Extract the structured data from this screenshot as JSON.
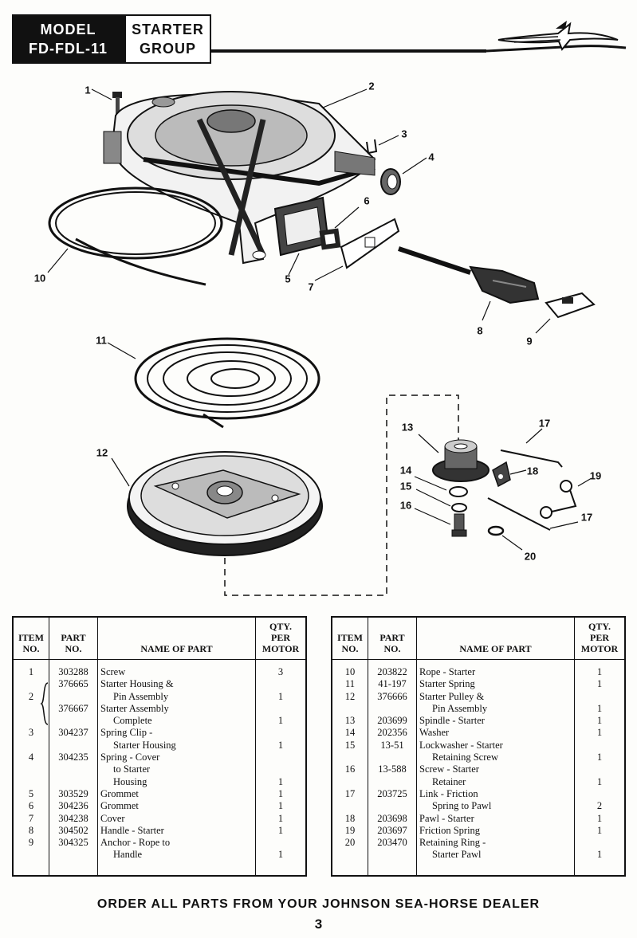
{
  "header": {
    "model_line1": "MODEL",
    "model_line2": "FD-FDL-11",
    "group_line1": "STARTER",
    "group_line2": "GROUP"
  },
  "callouts": [
    "1",
    "2",
    "3",
    "4",
    "5",
    "6",
    "7",
    "8",
    "9",
    "10",
    "11",
    "12",
    "13",
    "14",
    "15",
    "16",
    "17",
    "18",
    "19",
    "17",
    "20"
  ],
  "table_headers": {
    "item": [
      "ITEM",
      "NO."
    ],
    "part": [
      "PART",
      "NO."
    ],
    "name": "NAME OF PART",
    "qty": [
      "QTY.",
      "PER",
      "MOTOR"
    ]
  },
  "left_table": [
    {
      "item": "1",
      "part": [
        "303288"
      ],
      "name": [
        "Screw"
      ],
      "qty": [
        "3"
      ]
    },
    {
      "item": "2",
      "part": [
        "376665",
        "",
        "376667"
      ],
      "name": [
        "Starter Housing &",
        "Pin Assembly",
        "Starter Assembly",
        "Complete"
      ],
      "qty": [
        "",
        "1",
        "",
        "1"
      ]
    },
    {
      "item": "3",
      "part": [
        "304237"
      ],
      "name": [
        "Spring Clip -",
        "Starter Housing"
      ],
      "qty": [
        "",
        "1"
      ]
    },
    {
      "item": "4",
      "part": [
        "304235"
      ],
      "name": [
        "Spring - Cover",
        "to Starter",
        "Housing"
      ],
      "qty": [
        "",
        "",
        "1"
      ]
    },
    {
      "item": "5",
      "part": [
        "303529"
      ],
      "name": [
        "Grommet"
      ],
      "qty": [
        "1"
      ]
    },
    {
      "item": "6",
      "part": [
        "304236"
      ],
      "name": [
        "Grommet"
      ],
      "qty": [
        "1"
      ]
    },
    {
      "item": "7",
      "part": [
        "304238"
      ],
      "name": [
        "Cover"
      ],
      "qty": [
        "1"
      ]
    },
    {
      "item": "8",
      "part": [
        "304502"
      ],
      "name": [
        "Handle - Starter"
      ],
      "qty": [
        "1"
      ]
    },
    {
      "item": "9",
      "part": [
        "304325"
      ],
      "name": [
        "Anchor - Rope to",
        "Handle"
      ],
      "qty": [
        "",
        "1"
      ]
    }
  ],
  "right_table": [
    {
      "item": "10",
      "part": [
        "203822"
      ],
      "name": [
        "Rope - Starter"
      ],
      "qty": [
        "1"
      ]
    },
    {
      "item": "11",
      "part": [
        "41-197"
      ],
      "name": [
        "Starter Spring"
      ],
      "qty": [
        "1"
      ]
    },
    {
      "item": "12",
      "part": [
        "376666"
      ],
      "name": [
        "Starter Pulley &",
        "Pin Assembly"
      ],
      "qty": [
        "",
        "1"
      ]
    },
    {
      "item": "13",
      "part": [
        "203699"
      ],
      "name": [
        "Spindle - Starter"
      ],
      "qty": [
        "1"
      ]
    },
    {
      "item": "14",
      "part": [
        "202356"
      ],
      "name": [
        "Washer"
      ],
      "qty": [
        "1"
      ]
    },
    {
      "item": "15",
      "part": [
        "13-51"
      ],
      "name": [
        "Lockwasher - Starter",
        "Retaining Screw"
      ],
      "qty": [
        "",
        "1"
      ]
    },
    {
      "item": "16",
      "part": [
        "13-588"
      ],
      "name": [
        "Screw - Starter",
        "Retainer"
      ],
      "qty": [
        "",
        "1"
      ]
    },
    {
      "item": "17",
      "part": [
        "203725"
      ],
      "name": [
        "Link - Friction",
        "Spring to Pawl"
      ],
      "qty": [
        "",
        "2"
      ]
    },
    {
      "item": "18",
      "part": [
        "203698"
      ],
      "name": [
        "Pawl - Starter"
      ],
      "qty": [
        "1"
      ]
    },
    {
      "item": "19",
      "part": [
        "203697"
      ],
      "name": [
        "Friction Spring"
      ],
      "qty": [
        "1"
      ]
    },
    {
      "item": "20",
      "part": [
        "203470"
      ],
      "name": [
        "Retaining Ring -",
        "Starter Pawl"
      ],
      "qty": [
        "",
        "1"
      ]
    }
  ],
  "footer": "ORDER ALL PARTS FROM YOUR JOHNSON SEA-HORSE DEALER",
  "page_number": "3"
}
